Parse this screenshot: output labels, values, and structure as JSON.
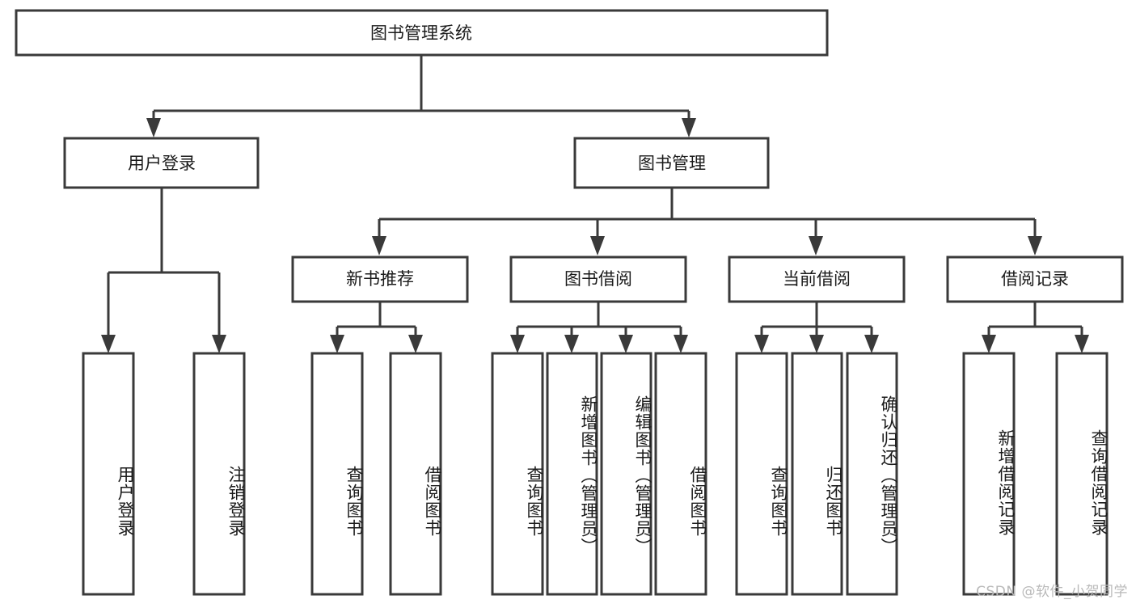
{
  "diagram": {
    "title": "图书管理系统",
    "type": "tree-hierarchy",
    "watermark": "CSDN @软件_小贺同学",
    "colors": {
      "stroke": "#3a3a3a",
      "fill": "#ffffff",
      "text": "#1b1b1b",
      "watermark": "#b9b9b9"
    },
    "root": {
      "label": "图书管理系统"
    },
    "level1": [
      {
        "id": "user-login",
        "label": "用户登录"
      },
      {
        "id": "book-manage",
        "label": "图书管理"
      }
    ],
    "level2": [
      {
        "id": "new-book-recommend",
        "label": "新书推荐",
        "parent": "book-manage"
      },
      {
        "id": "book-borrow",
        "label": "图书借阅",
        "parent": "book-manage"
      },
      {
        "id": "current-borrow",
        "label": "当前借阅",
        "parent": "book-manage"
      },
      {
        "id": "borrow-record",
        "label": "借阅记录",
        "parent": "book-manage"
      }
    ],
    "leaves": [
      {
        "id": "leaf-user-login",
        "label": "用户登录",
        "parent": "user-login"
      },
      {
        "id": "leaf-user-logout",
        "label": "注销登录",
        "parent": "user-login"
      },
      {
        "id": "leaf-query-book-1",
        "label": "查询图书",
        "parent": "new-book-recommend"
      },
      {
        "id": "leaf-borrow-book-1",
        "label": "借阅图书",
        "parent": "new-book-recommend"
      },
      {
        "id": "leaf-query-book-2",
        "label": "查询图书",
        "parent": "book-borrow"
      },
      {
        "id": "leaf-add-book",
        "label": "新增图书（管理员）",
        "parent": "book-borrow"
      },
      {
        "id": "leaf-edit-book",
        "label": "编辑图书（管理员）",
        "parent": "book-borrow"
      },
      {
        "id": "leaf-borrow-book-2",
        "label": "借阅图书",
        "parent": "book-borrow"
      },
      {
        "id": "leaf-query-book-3",
        "label": "查询图书",
        "parent": "current-borrow"
      },
      {
        "id": "leaf-return-book",
        "label": "归还图书",
        "parent": "current-borrow"
      },
      {
        "id": "leaf-confirm-return",
        "label": "确认归还（管理员）",
        "parent": "current-borrow"
      },
      {
        "id": "leaf-add-record",
        "label": "新增借阅记录",
        "parent": "borrow-record"
      },
      {
        "id": "leaf-query-record",
        "label": "查询借阅记录",
        "parent": "borrow-record"
      }
    ]
  }
}
